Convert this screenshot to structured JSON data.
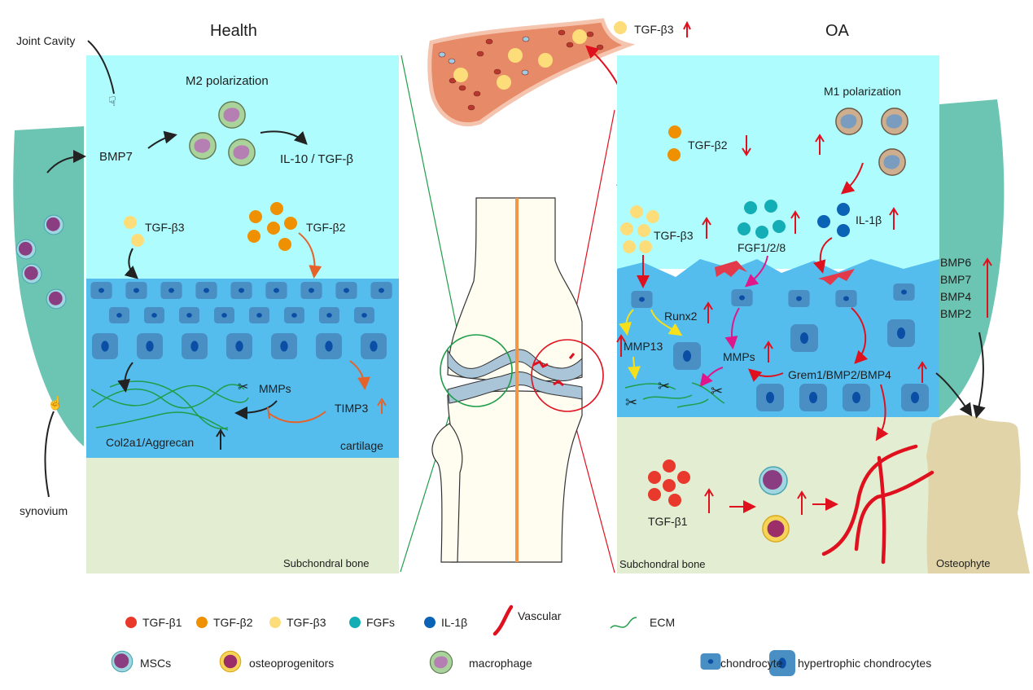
{
  "health": {
    "title": "Health",
    "joint_cavity_label": "Joint Cavity",
    "synovium_label": "synovium",
    "m2_label": "M2 polarization",
    "bmp7_label": "BMP7",
    "il10_label": "IL-10 / TGF-β",
    "tgfb3_label": "TGF-β3",
    "tgfb2_label": "TGF-β2",
    "mmps_label": "MMPs",
    "timp3_label": "TIMP3",
    "col2a1_label": "Col2a1/Aggrecan",
    "cartilage_label": "cartilage",
    "subchondral_label": "Subchondral bone"
  },
  "oa": {
    "title": "OA",
    "vessel_tgfb3_label": "TGF-β3",
    "m1_label": "M1 polarization",
    "tgfb2_label": "TGF-β2",
    "tgfb3_label": "TGF-β3",
    "fgf_label": "FGF1/2/8",
    "il1b_label": "IL-1β",
    "runx2_label": "Runx2",
    "mmp13_label": "MMP13",
    "mmps_label": "MMPs",
    "grem_label": "Grem1/BMP2/BMP4",
    "bmp_list": [
      "BMP6",
      "BMP7",
      "BMP4",
      "BMP2"
    ],
    "tgfb1_label": "TGF-β1",
    "subchondral_label": "Subchondral bone",
    "osteophyte_label": "Osteophyte"
  },
  "legend": {
    "row1": [
      {
        "label": "TGF-β1",
        "color": "#e8392c"
      },
      {
        "label": "TGF-β2",
        "color": "#ef9000"
      },
      {
        "label": "TGF-β3",
        "color": "#fddd7a"
      },
      {
        "label": "FGFs",
        "color": "#13adb5"
      },
      {
        "label": "IL-1β",
        "color": "#0b63b5"
      },
      {
        "label": "Vascular",
        "color": "#e0111f"
      },
      {
        "label": "ECM",
        "color": "#1f9e4a"
      }
    ],
    "row2": [
      {
        "label": "MSCs"
      },
      {
        "label": "osteoprogenitors"
      },
      {
        "label": "macrophage"
      },
      {
        "label": "chondrocyte"
      },
      {
        "label": "hypertrophic chondrocytes"
      }
    ]
  },
  "colors": {
    "cavity": "#aefcfd",
    "cartilage": "#55bdee",
    "bone": "#e2edd1",
    "synovium": "#6cc4b2",
    "osteophyte": "#e0d4a8",
    "chondrocyte": "#4a8fc4",
    "nucleus": "#0b4ea6",
    "up_red": "#e0111f",
    "up_orange": "#e5622a"
  }
}
